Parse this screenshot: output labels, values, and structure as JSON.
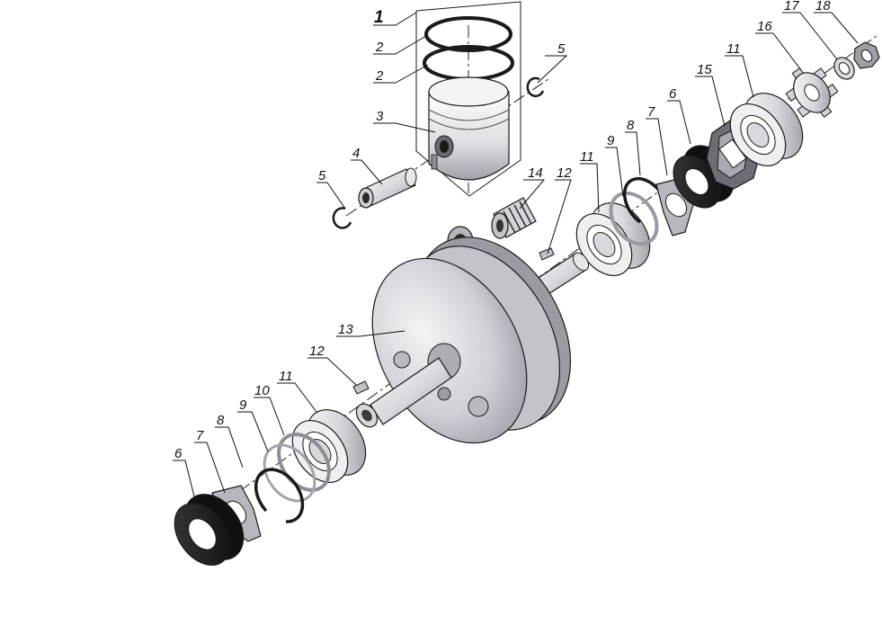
{
  "labels": {
    "piston_group": "1",
    "ring_top": "2",
    "ring_bottom": "2",
    "piston": "3",
    "piston_pin": "4",
    "circlip_right": "5",
    "circlip_left": "5",
    "needle_bearing": "14",
    "key_upper": "12",
    "bearing_upper_mid": "11",
    "shim_upper": "9",
    "snap_ring_upper": "8",
    "plate_upper": "7",
    "seal_upper": "6",
    "cage_nut": "15",
    "bearing_upper_right": "11",
    "sprocket": "16",
    "washer": "17",
    "nut": "18",
    "crank_flywheel": "13",
    "key_lower": "12",
    "bearing_lower": "11",
    "spacer_ring": "10",
    "shim_lower": "9",
    "snap_ring_lower": "8",
    "plate_lower": "7",
    "seal_lower": "6"
  },
  "colors": {
    "outline": "#1a1a1a",
    "metal_light": "#f2f2f4",
    "metal_mid": "#c9c9cf",
    "metal_dark": "#8e8e96",
    "rubber": "#1c1c1c"
  }
}
